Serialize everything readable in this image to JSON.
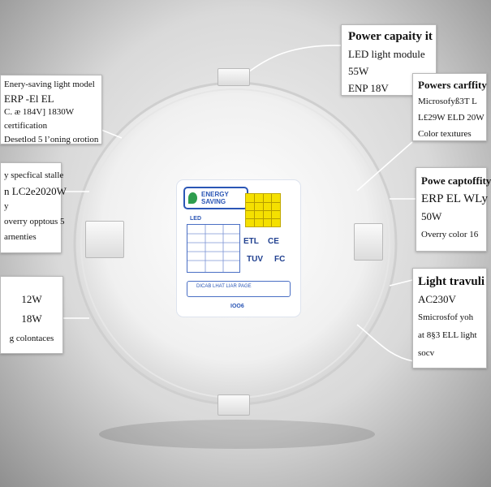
{
  "image": {
    "subject": "round LED panel light with specification label",
    "colors": {
      "background": "#d9d9d9",
      "panel": "#f2f2f2",
      "label_blue": "#2b56b5",
      "energy_yellow": "#f5e000"
    }
  },
  "label": {
    "brand_line1": "ENERGY",
    "brand_line2": "SAVING",
    "led": "LED",
    "footer_text": "DICAB LHAT LIAR PAGE",
    "footer_code": "IOO6",
    "cert_marks": [
      "ETL",
      "CE",
      "FC",
      "TUV"
    ]
  },
  "callouts": {
    "top_right": {
      "line1": "Power capaity it",
      "line2": "LED light module",
      "line3": "55W",
      "line4": "ENP 18V"
    },
    "right_1": {
      "line1": "Powers carffity",
      "line2": "Microsofyß3T L",
      "line3": "L£29W ELD 20W",
      "line4": "Color texıtures"
    },
    "right_2": {
      "line1": "Powe captoffity",
      "line2": "ERP EL WLy",
      "line3": "50W",
      "line4": "Overry color 16"
    },
    "right_3": {
      "line1": "Light travuli",
      "line2": "AC230V",
      "line3": "Smicrosfof yoh",
      "line4": "at 8§3 ELL light",
      "line5": "socv"
    },
    "left_1": {
      "line1": "Enery-saving light model",
      "line2": "ERP ‑El EL",
      "line3": "C. æ 184V] 1830W",
      "line4": "certification",
      "line5": "Desetlod 5 l’oning orotion"
    },
    "left_2": {
      "line1": "y specfical stalle",
      "line2": "n LC2e2020W",
      "line3": "y",
      "line4": "overry opptous 5",
      "line5": "arnenties"
    },
    "left_3": {
      "line1": "12W",
      "line2": "18W",
      "line3": "g colontaces"
    }
  }
}
